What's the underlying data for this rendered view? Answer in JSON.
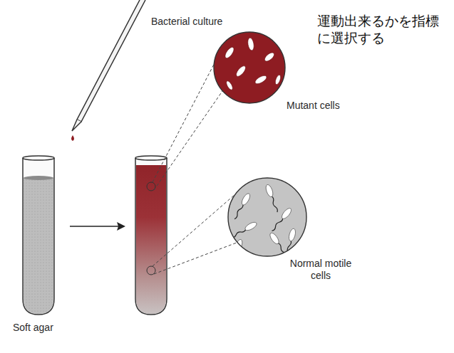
{
  "diagram": {
    "labels": [
      "Bacterial culture",
      "運動出来るかを指標に選択する",
      "Soft agar",
      "Mutant cells",
      "Normal motile cells"
    ]
  }
}
